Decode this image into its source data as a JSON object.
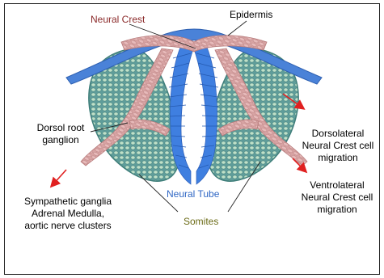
{
  "labels": {
    "neural_crest": "Neural Crest",
    "epidermis": "Epidermis",
    "dorsal_root": "Dorsol root\nganglion",
    "dorsolateral": "Dorsolateral\nNeural Crest cell\nmigration",
    "ventrolateral": "Ventrolateral\nNeural Crest cell\nmigration",
    "sympathetic": "Sympathetic ganglia\nAdrenal Medulla,\naortic nerve clusters",
    "neural_tube": "Neural Tube",
    "somites": "Somites"
  },
  "colors": {
    "neural_crest_text": "#8b2a2a",
    "neural_tube_text": "#2f67c4",
    "somites_text": "#6b6b16",
    "epidermis_fill": "#4a82d8",
    "neural_tube_fill": "#3f7fe0",
    "somite_fill": "#5a9a9a",
    "somite_cell": "#b9dcc4",
    "neural_crest_fill": "#d9a6a6",
    "arrow": "#e02020"
  }
}
